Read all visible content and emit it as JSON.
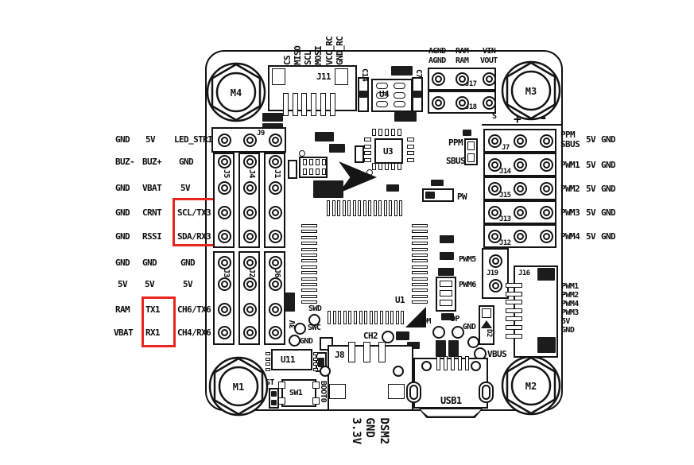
{
  "mounts": {
    "m1": "M1",
    "m2": "M2",
    "m3": "M3",
    "m4": "M4"
  },
  "top": {
    "j11": "J11",
    "j11_pins": [
      "CS",
      "MISO",
      "SCL",
      "MOSI",
      "VCC_RC",
      "GND_RC"
    ],
    "c14": "C14",
    "u4": "U4",
    "c7": "C7",
    "j17": "J17",
    "j18": "J18",
    "power": {
      "r1": [
        "AGND",
        "RAM",
        "VIN"
      ],
      "r2": [
        "AGND",
        "RAM",
        "VOUT"
      ]
    },
    "polarity": {
      "s": "S",
      "plus": "+",
      "minus": "-"
    }
  },
  "left": {
    "j9": "J9",
    "upper_conns": [
      "J5",
      "J4",
      "J1"
    ],
    "lower_conns": [
      "J3",
      "J2",
      "J6"
    ],
    "rows": [
      [
        "GND",
        "5V",
        "LED_STRIP"
      ],
      [
        "BUZ-",
        "BUZ+",
        "GND"
      ],
      [
        "GND",
        "VBAT",
        "5V"
      ],
      [
        "GND",
        "CRNT",
        "SCL/TX3"
      ],
      [
        "GND",
        "RSSI",
        "SDA/RX3"
      ],
      [
        "GND",
        "GND",
        "GND"
      ],
      [
        "5V",
        "5V",
        "5V"
      ],
      [
        "RAM",
        "TX1",
        "CH6/TX6"
      ],
      [
        "VBAT",
        "RX1",
        "CH4/RX6"
      ]
    ]
  },
  "right": {
    "conns": [
      "J7",
      "J14",
      "J15",
      "J13",
      "J12"
    ],
    "rows": [
      [
        "PPM",
        "SBUS",
        "5V",
        "GND"
      ],
      [
        "PWM1",
        "",
        "5V",
        "GND"
      ],
      [
        "PWM2",
        "",
        "5V",
        "GND"
      ],
      [
        "PWM3",
        "",
        "5V",
        "GND"
      ],
      [
        "PWM4",
        "",
        "5V",
        "GND"
      ]
    ],
    "pwm5": "PWM5",
    "pwm6": "PWM6",
    "j19": "J19",
    "j16": "J16",
    "j16_pins": [
      "PWM1",
      "PWM2",
      "PWM4",
      "PWM3",
      "5V",
      "GND"
    ],
    "d2": "D2"
  },
  "center": {
    "u3": "U3",
    "u1": "U1",
    "ppm": "PPM",
    "sbus": "SBUS",
    "pw": "PW",
    "swd": "SWD",
    "swc": "SWC",
    "v3": "3V",
    "gnd1": "GND",
    "ch2": "CH2",
    "dm": "DM",
    "dp": "DP",
    "gnd2": "GND",
    "vbus": "VBUS"
  },
  "bottom": {
    "u11": "U11",
    "st": "ST",
    "sw1": "SW1",
    "boot0": "BOOT0",
    "j8": "J8",
    "usb1": "USB1",
    "j8_labels": [
      "DSM2",
      "GND",
      "3.3V"
    ]
  },
  "highlight_color": "#e8251f"
}
